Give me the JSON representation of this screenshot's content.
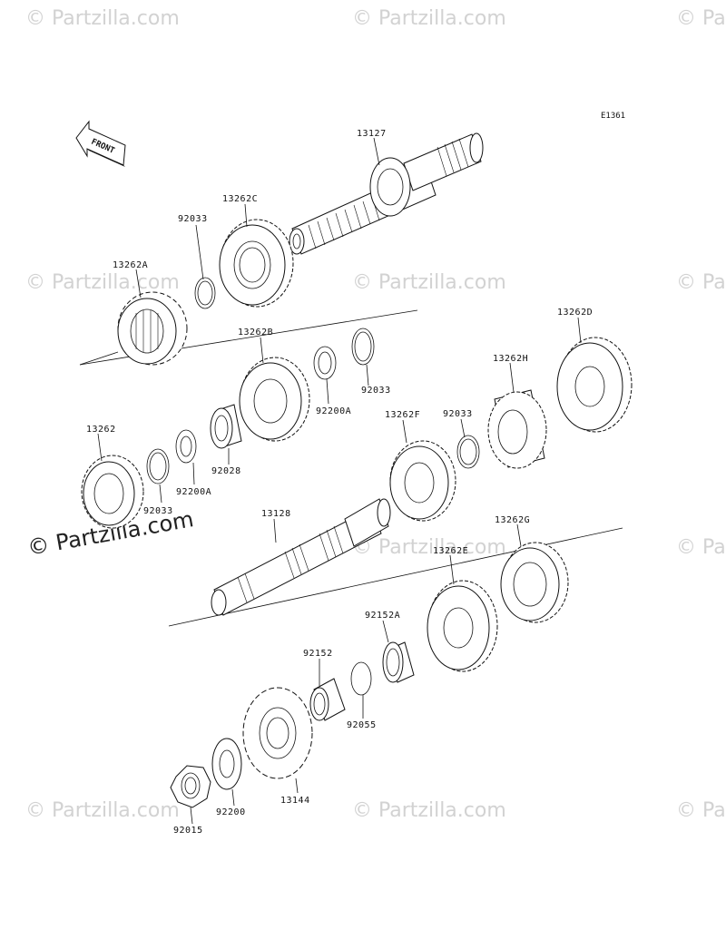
{
  "diagram_code": "E1361",
  "front_label": "FRONT",
  "watermark": {
    "text": "© Partzilla.com",
    "prominent": "© Partzilla.com"
  },
  "parts": [
    {
      "ref": "13127"
    },
    {
      "ref": "13262C"
    },
    {
      "ref": "92033"
    },
    {
      "ref": "13262A"
    },
    {
      "ref": "13262B"
    },
    {
      "ref": "92033"
    },
    {
      "ref": "92200A"
    },
    {
      "ref": "13262D"
    },
    {
      "ref": "13262H"
    },
    {
      "ref": "92033"
    },
    {
      "ref": "13262F"
    },
    {
      "ref": "13262"
    },
    {
      "ref": "92028"
    },
    {
      "ref": "92200A"
    },
    {
      "ref": "92033"
    },
    {
      "ref": "13128"
    },
    {
      "ref": "13262G"
    },
    {
      "ref": "13262E"
    },
    {
      "ref": "92152A"
    },
    {
      "ref": "92152"
    },
    {
      "ref": "92055"
    },
    {
      "ref": "92200"
    },
    {
      "ref": "13144"
    },
    {
      "ref": "92015"
    }
  ]
}
